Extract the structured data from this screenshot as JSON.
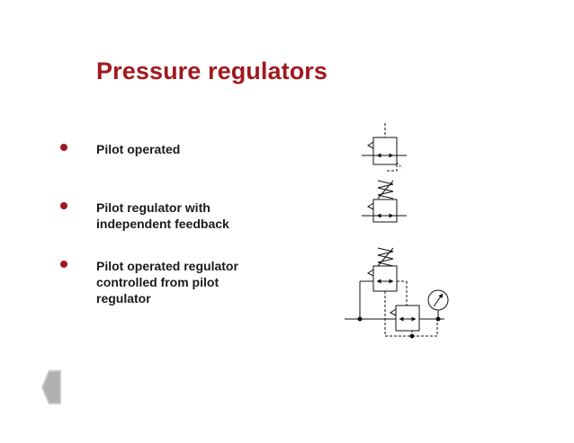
{
  "slide": {
    "title": "Pressure regulators",
    "bullets": [
      {
        "text": "Pilot operated"
      },
      {
        "text": "Pilot regulator with\nindependent feedback"
      },
      {
        "text": "Pilot operated regulator\ncontrolled from pilot\nregulator"
      }
    ]
  },
  "colors": {
    "title": "#a0191d",
    "bullet_dot": "#a0191d",
    "body_text": "#1a1a1a",
    "nav_arrow": "#bfbfbf"
  },
  "icons": {
    "nav": "chevron-left-icon"
  }
}
